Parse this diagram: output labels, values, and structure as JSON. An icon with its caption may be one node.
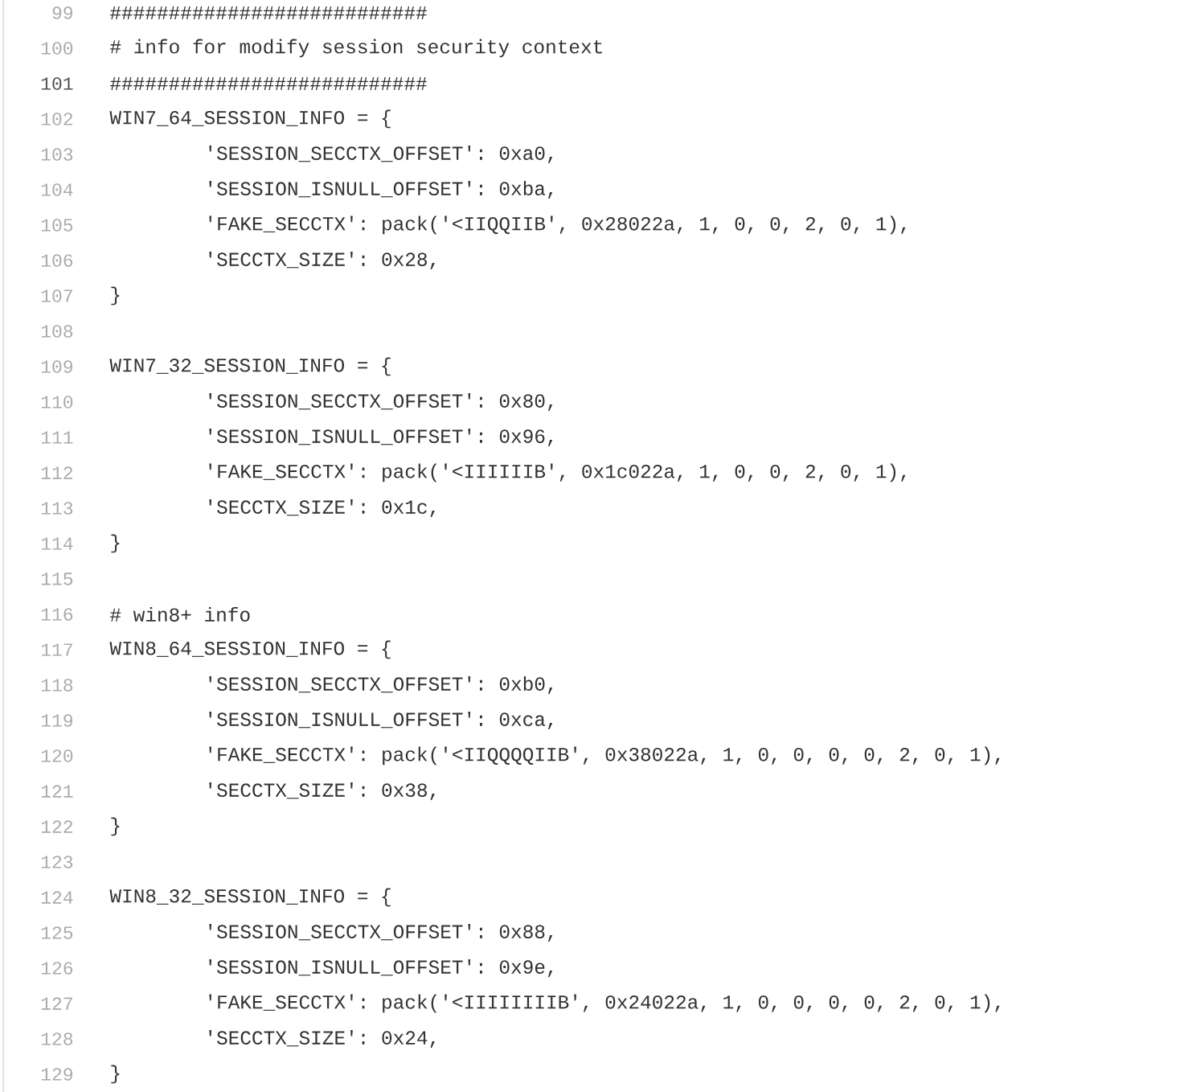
{
  "diagram": {
    "labels": [
      "99",
      "###########################",
      "100",
      "# info for modify session security context",
      "101",
      "###########################",
      "102",
      "WIN7_64_SESSION_INFO = {",
      "103",
      "'SESSION_SECCTX_OFFSET': 0xa0,",
      "104",
      "'SESSION_ISNULL_OFFSET': 0xba,",
      "105",
      "'FAKE_SECCTX': pack('<IIQQIIB', 0x28022a, 1, 0, 0, 2, 0, 1),",
      "106",
      "'SECCTX_SIZE': 0x28,",
      "107",
      "}",
      "108",
      "109",
      "WIN7_32_SESSION_INFO = {",
      "110",
      "'SESSION_SECCTX_OFFSET': 0x80,",
      "111",
      "'SESSION_ISNULL_OFFSET': 0x96,",
      "112",
      "'FAKE_SECCTX': pack('<IIIIIIB', 0x1c022a, 1, 0, 0, 2, 0, 1),",
      "113",
      "'SECCTX_SIZE': 0x1c,",
      "114",
      "}",
      "115",
      "116",
      "# win8+ info",
      "117",
      "WIN8_64_SESSION_INFO = {",
      "118",
      "'SESSION_SECCTX_OFFSET': 0xb0,",
      "119",
      "'SESSION_ISNULL_OFFSET': 0xca,",
      "120",
      "'FAKE_SECCTX': pack('<IIQQQQIIB', 0x38022a, 1, 0, 0, 0, 0, 2, 0, 1),",
      "121",
      "'SECCTX_SIZE': 0x38,",
      "122",
      "}",
      "123",
      "124",
      "WIN8_32_SESSION_INFO = {",
      "125",
      "'SESSION_SECCTX_OFFSET': 0x88,",
      "126",
      "'SESSION_ISNULL_OFFSET': 0x9e,",
      "127",
      "'FAKE_SECCTX': pack('<IIIIIIIIB', 0x24022a, 1, 0, 0, 0, 0, 2, 0, 1),",
      "128",
      "'SECCTX_SIZE': 0x24,",
      "129",
      "}"
    ]
  }
}
